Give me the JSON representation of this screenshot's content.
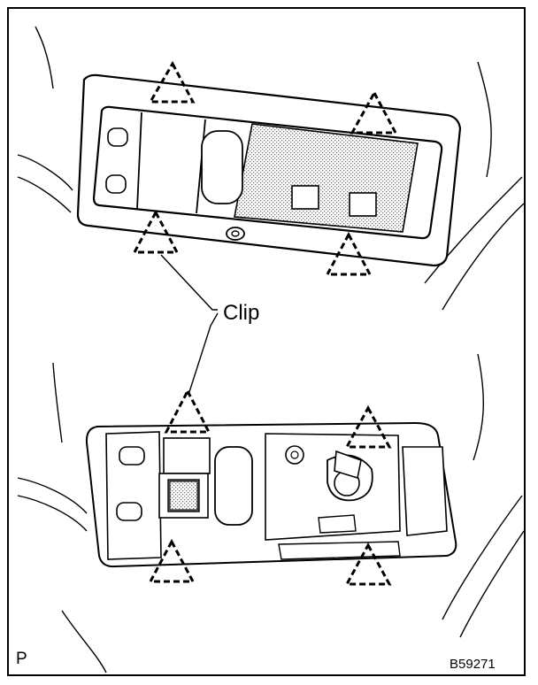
{
  "labels": {
    "clip": "Clip",
    "view_code": "P",
    "figure_number": "B59271"
  },
  "colors": {
    "line": "#000000",
    "background": "#ffffff",
    "stipple": "#9a9a9a"
  }
}
